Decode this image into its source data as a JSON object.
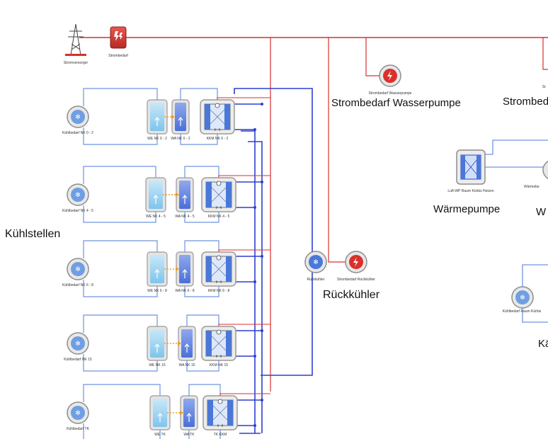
{
  "grid": {
    "supplier": "Stromversorger",
    "demand": "Strombedarf"
  },
  "labels": {
    "kuehlstellen": "Kühlstellen",
    "rueckkuehler_title": "Rückkühler",
    "strombedarf_wasserpumpe_title": "Strombedarf Wasserpumpe",
    "strombedarf_right_title": "Strombeda",
    "waermepumpe_title": "Wärmepumpe",
    "w_cut": "W",
    "ka_cut": "Kä"
  },
  "small": {
    "strombedarf_wasserpumpe": "Strombedarf Wasserpumpe",
    "rueckkuehler": "Rückkühler",
    "strombedarf_rueckkuehler": "Strombedarf Rückkühler",
    "luft_wp": "Luft-WP Raum Kürbis Heizen",
    "kuehlbedarf_raum": "Kühlbedarf Raum Kürbis",
    "waermebedarf_cut": "Wärmebe",
    "sr_cut": "Sr"
  },
  "rows": [
    {
      "demand": "Kühlbedarf NK 0 - 2",
      "we": "WE NK 0 - 2",
      "wa": "WA NK 0 - 2",
      "kkm": "KKM NK 0 - 2"
    },
    {
      "demand": "Kühlbedarf NK 4 - 5",
      "we": "WE NK 4 - 5",
      "wa": "WA NK 4 - 5",
      "kkm": "KKM NK 4 - 5"
    },
    {
      "demand": "Kühlbedarf NK 6 - 8",
      "we": "WE NK 6 - 8",
      "wa": "WA NK 6 - 8",
      "kkm": "KKM NK 6 - 8"
    },
    {
      "demand": "Kühlbedarf NK 15",
      "we": "WE NK 15",
      "wa": "WA NK 15",
      "kkm": "KKM NK 15"
    },
    {
      "demand": "Kühlbedarf TK",
      "we": "WE TK",
      "wa": "WA TK",
      "kkm": "TK KKM"
    }
  ],
  "colors": {
    "power": "#d9302c",
    "water": "#2f3fd0",
    "return": "#6f93e0",
    "heat": "#f29b1e",
    "frame": "#9a9a9a"
  },
  "icons": {
    "grid": "transmission-tower-icon",
    "power": "lightning-icon",
    "cooling": "snowflake-icon",
    "machine": "chiller-icon",
    "storage": "tank-icon"
  }
}
